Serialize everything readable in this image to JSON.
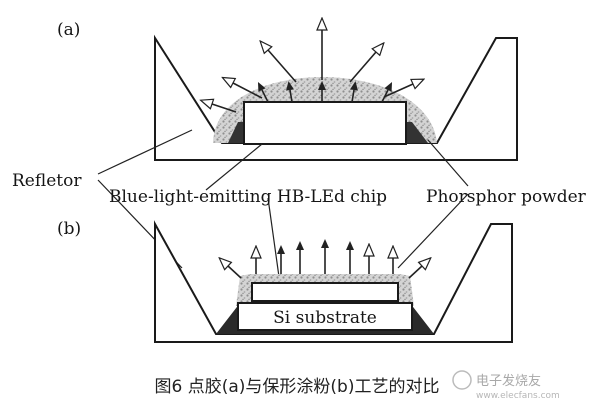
{
  "diagram": {
    "panel_a_label": "(a)",
    "panel_b_label": "(b)",
    "refletor_label": "Refletor",
    "chip_label": "Blue-light-emitting HB-LEd chip",
    "phosphor_label": "Phorsphor powder",
    "substrate_label": "Si substrate"
  },
  "caption": {
    "text": "图6  点胶(a)与保形涂粉(b)工艺的对比"
  },
  "watermark": {
    "text": "电子发烧友",
    "url": "www.elecfans.com"
  }
}
